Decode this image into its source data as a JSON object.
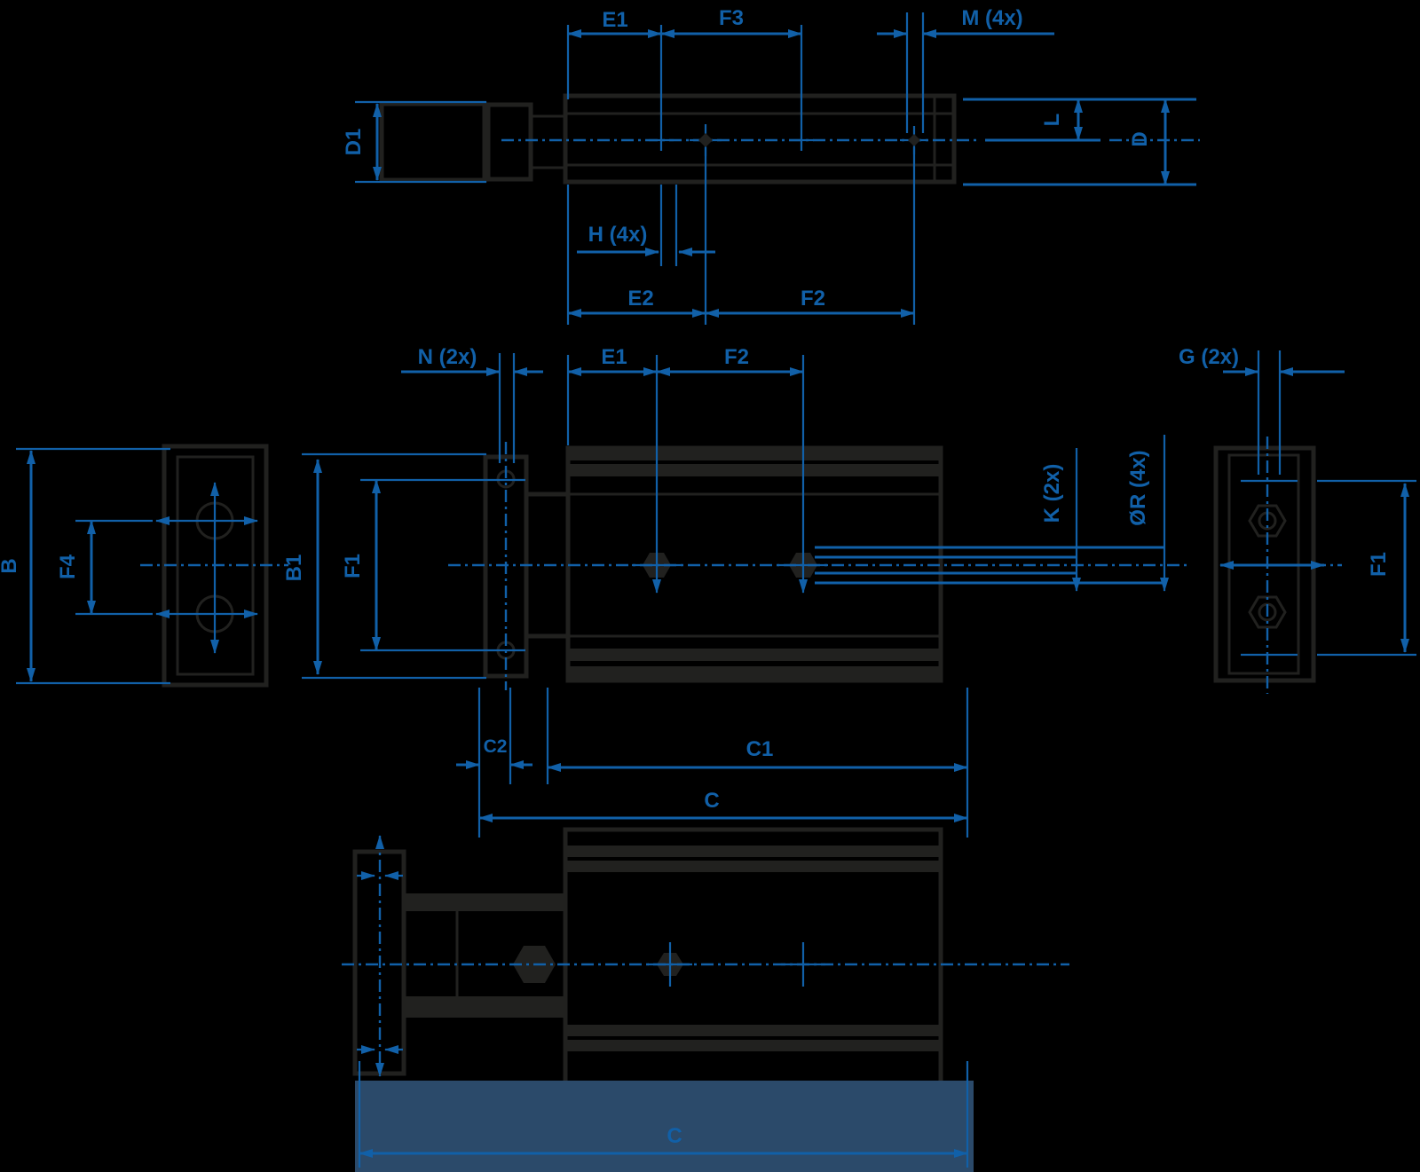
{
  "colors": {
    "accent": "#1160a8",
    "dark": "#21211f",
    "background": "#000000",
    "highlight": "#2b4a6a"
  },
  "views": {
    "top": {
      "dims": {
        "e1": "E1",
        "f3": "F3",
        "m4x": "M (4x)",
        "d1": "D1",
        "l": "L",
        "d": "D",
        "h4x": "H (4x)",
        "e2": "E2",
        "f2": "F2"
      }
    },
    "front": {
      "dims": {
        "n2x": "N (2x)",
        "e1": "E1",
        "f2": "F2",
        "g2x": "G (2x)",
        "b": "B",
        "f4": "F4",
        "b1": "B1",
        "f1_left": "F1",
        "k2x": "K (2x)",
        "r4x": "ØR (4x)",
        "f1_right": "F1",
        "c2": "C2",
        "c1": "C1",
        "c": "C"
      }
    },
    "bottom": {
      "dims": {
        "c": "C"
      }
    }
  }
}
